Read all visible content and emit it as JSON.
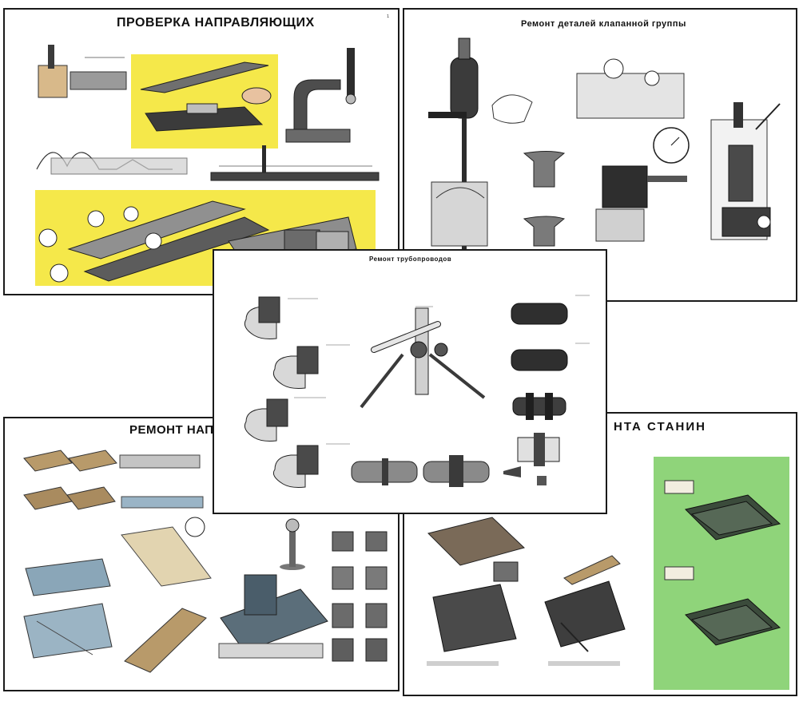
{
  "posters": {
    "p1": {
      "title": "ПРОВЕРКА НАПРАВЛЯЮЩИХ",
      "page": "1"
    },
    "p2": {
      "title": "Ремонт деталей клапанной группы"
    },
    "p3": {
      "title": "Ремонт трубопроводов"
    },
    "p4": {
      "title": "РЕМОНТ НАПР"
    },
    "p5": {
      "title": "НТА СТАНИН"
    }
  },
  "colors": {
    "yellow": "#f5e84a",
    "green": "#8fd47a",
    "metal": "#8a8a8a",
    "dark_metal": "#3b3b3b",
    "outline": "#1a1a1a"
  }
}
